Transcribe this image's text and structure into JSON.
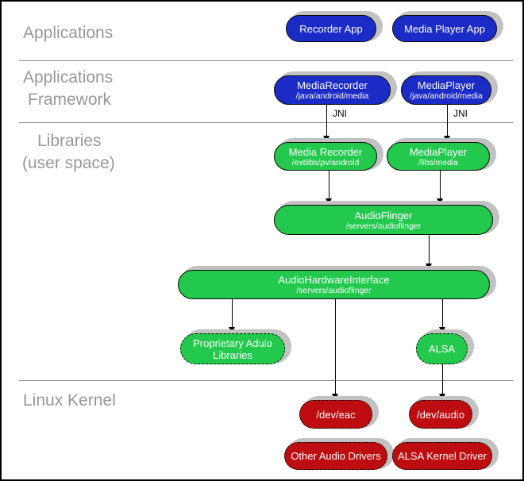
{
  "diagram": {
    "layers": {
      "applications": {
        "label": "Applications"
      },
      "framework": {
        "line1": "Applications",
        "line2": "Framework"
      },
      "libraries": {
        "line1": "Libraries",
        "line2": "(user space)"
      },
      "kernel": {
        "label": "Linux Kernel"
      }
    },
    "edge_labels": {
      "jni_left": "JNI",
      "jni_right": "JNI"
    },
    "nodes": {
      "recorder_app": {
        "title": "Recorder App"
      },
      "media_player_app": {
        "title": "Media Player App"
      },
      "media_recorder_fw": {
        "title": "MediaRecorder",
        "subtitle": "/java/android/media"
      },
      "media_player_fw": {
        "title": "MediaPlayer",
        "subtitle": "/java/android/media"
      },
      "media_recorder_lib": {
        "title": "Media Recorder",
        "subtitle": "/extlibs/pv/android"
      },
      "media_player_lib": {
        "title": "MediaPlayer",
        "subtitle": "/libs/media"
      },
      "audioflinger": {
        "title": "AudioFlinger",
        "subtitle": "/servers/audioflinger"
      },
      "audio_hardware_interface": {
        "title": "AudioHardwareInterface",
        "subtitle": "/servers/audioflinger"
      },
      "proprietary_audio_libraries": {
        "title": "Proprietary Aduio Libraries"
      },
      "alsa": {
        "title": "ALSA"
      },
      "dev_eac": {
        "title": "/dev/eac"
      },
      "dev_audio": {
        "title": "/dev/audio"
      },
      "other_audio_drivers": {
        "title": "Other Audio Drivers"
      },
      "alsa_kernel_driver": {
        "title": "ALSA Kernel Driver"
      }
    },
    "colors": {
      "app_blue": "#1b2bc6",
      "lib_green": "#22c94d",
      "kernel_red": "#bd0d10",
      "layer_label_gray": "#989898",
      "shadow_gray": "#c2c2c2",
      "line_black": "#000000"
    }
  }
}
